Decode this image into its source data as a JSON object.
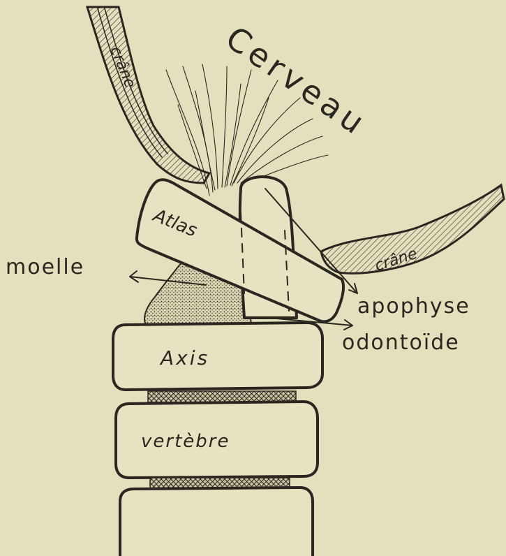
{
  "labels": {
    "cerveau": "Cerveau",
    "crane_left": "crâne",
    "crane_right": "crâne",
    "atlas": "Atlas",
    "moelle": "moelle",
    "apophyse": "apophyse",
    "odontoide": "odontoïde",
    "axis": "Axis",
    "vertebre": "vertèbre"
  }
}
